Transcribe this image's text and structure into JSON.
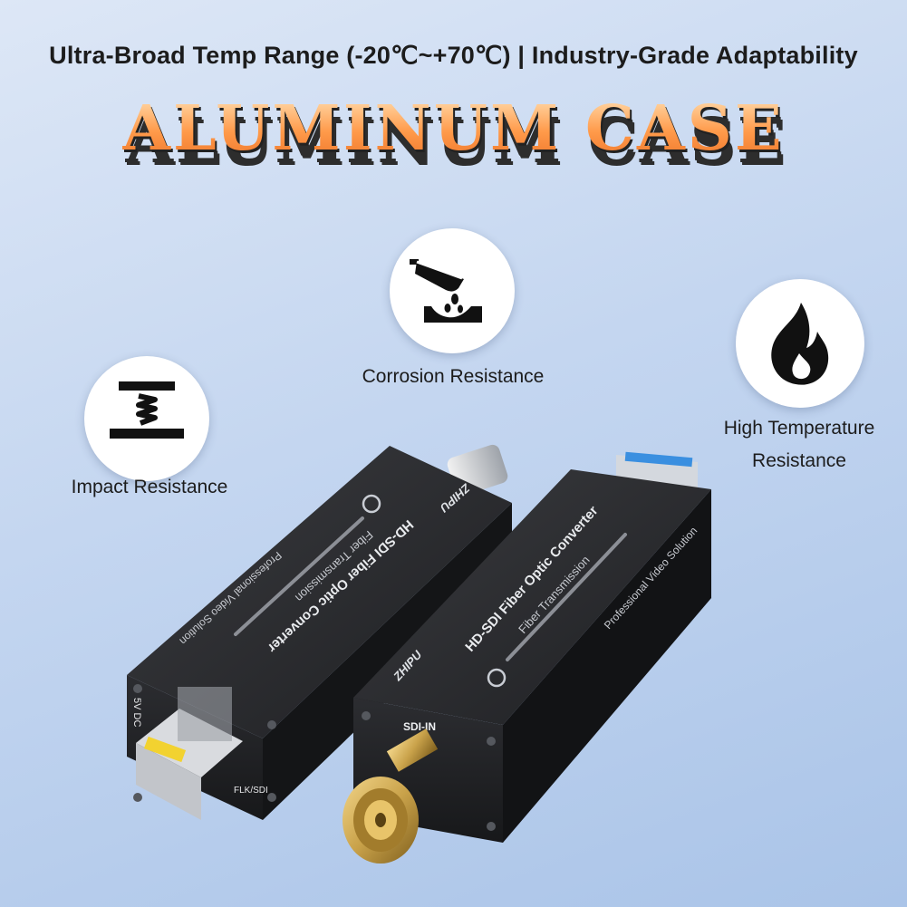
{
  "headline": "Ultra-Broad Temp Range (-20℃~+70℃) | Industry-Grade Adaptability",
  "title": "ALUMINUM CASE",
  "features": {
    "impact": {
      "label": "Impact Resistance",
      "icon": "impact-icon"
    },
    "corrosion": {
      "label": "Corrosion Resistance",
      "icon": "corrosion-icon"
    },
    "temperature": {
      "label_line1": "High Temperature",
      "label_line2": "Resistance",
      "icon": "flame-icon"
    }
  },
  "device_left": {
    "model": "HD-SDI Fiber Optic Converter",
    "sub": "Fiber Transmission",
    "tagline": "Professional Video Solution",
    "brand": "ZHIPU",
    "power_label": "5V DC",
    "status_label": "FLK/SDI"
  },
  "device_right": {
    "model": "HD-SDI Fiber Optic Converter",
    "sub": "Fiber Transmission",
    "tagline": "Professional Video Solution",
    "brand": "ZHIPU",
    "port_label": "SDI-IN"
  },
  "colors": {
    "title_gradient_top": "#ffd9a8",
    "title_gradient_bottom": "#f07a2e",
    "case": "#2a2b2e",
    "bnc_gold": "#c9a24a",
    "fiber_yellow": "#f2d230",
    "fiber_blue": "#3a8fe0"
  }
}
